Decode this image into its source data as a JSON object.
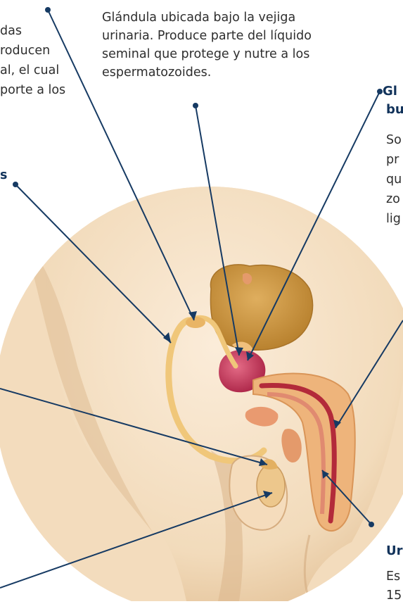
{
  "labels": {
    "top_left_lines": [
      "das",
      "roducen",
      "al, el cual",
      "porte a los"
    ],
    "center_lines": [
      "Glándula ubicada bajo la vejiga",
      "urinaria. Produce parte del líquido",
      "seminal que protege y nutre a los",
      "espermatozoides."
    ],
    "right_heading_lines": [
      "Gl",
      "bu"
    ],
    "right_text_lines": [
      "So",
      "pr",
      "qu",
      "zo",
      "lig"
    ],
    "left_marker": "s",
    "bottom_right_heading": "Ur",
    "bottom_right_lines": [
      "Es",
      "15"
    ]
  },
  "colors": {
    "skin_light": "#f7e6cf",
    "skin_mid": "#efd3ae",
    "skin_shadow": "#dcb58a",
    "bladder": "#c99342",
    "prostate": "#c8365a",
    "urethra": "#b32a3a",
    "tissue_orange": "#e49a6b",
    "duct": "#f2c878",
    "leader_line": "#163a63"
  }
}
